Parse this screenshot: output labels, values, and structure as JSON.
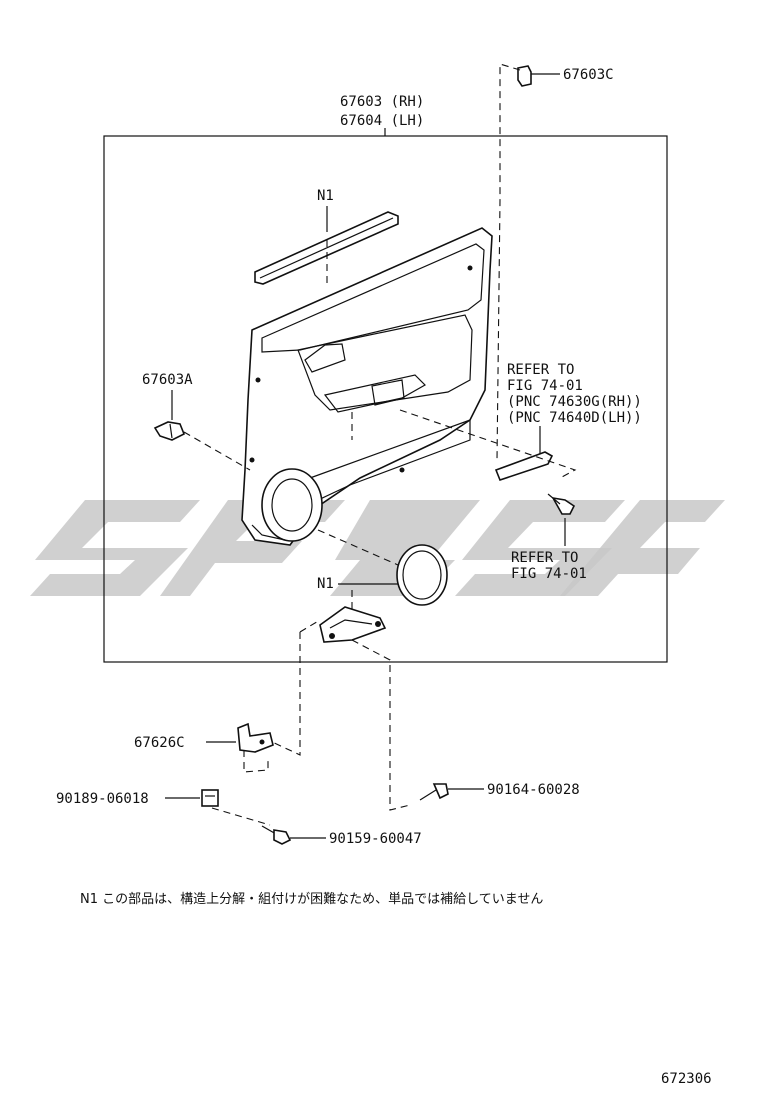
{
  "colors": {
    "line": "#111111",
    "watermark": "#c8c8c8",
    "background": "#ffffff"
  },
  "labels": {
    "panel_rh": "67603 (RH)",
    "panel_lh": "67604 (LH)",
    "clip_top": "67603C",
    "weatherstrip": "N1",
    "clip_left": "67603A",
    "refer_1_line1": "REFER TO",
    "refer_1_line2": "FIG 74-01",
    "refer_1_line3": "(PNC 74630G(RH))",
    "refer_1_line4": "(PNC 74640D(LH))",
    "refer_2_line1": "REFER TO",
    "refer_2_line2": "FIG 74-01",
    "speaker_grille": "N1",
    "bracket": "67626C",
    "nut": "90189-06018",
    "screw_bottom": "90159-60047",
    "screw_right": "90164-60028"
  },
  "footnote": "N1 この部品は、構造上分解・組付けが困難なため、単品では補給していません",
  "figure_number": "672306",
  "watermark_icon": "brand-logo-watermark"
}
